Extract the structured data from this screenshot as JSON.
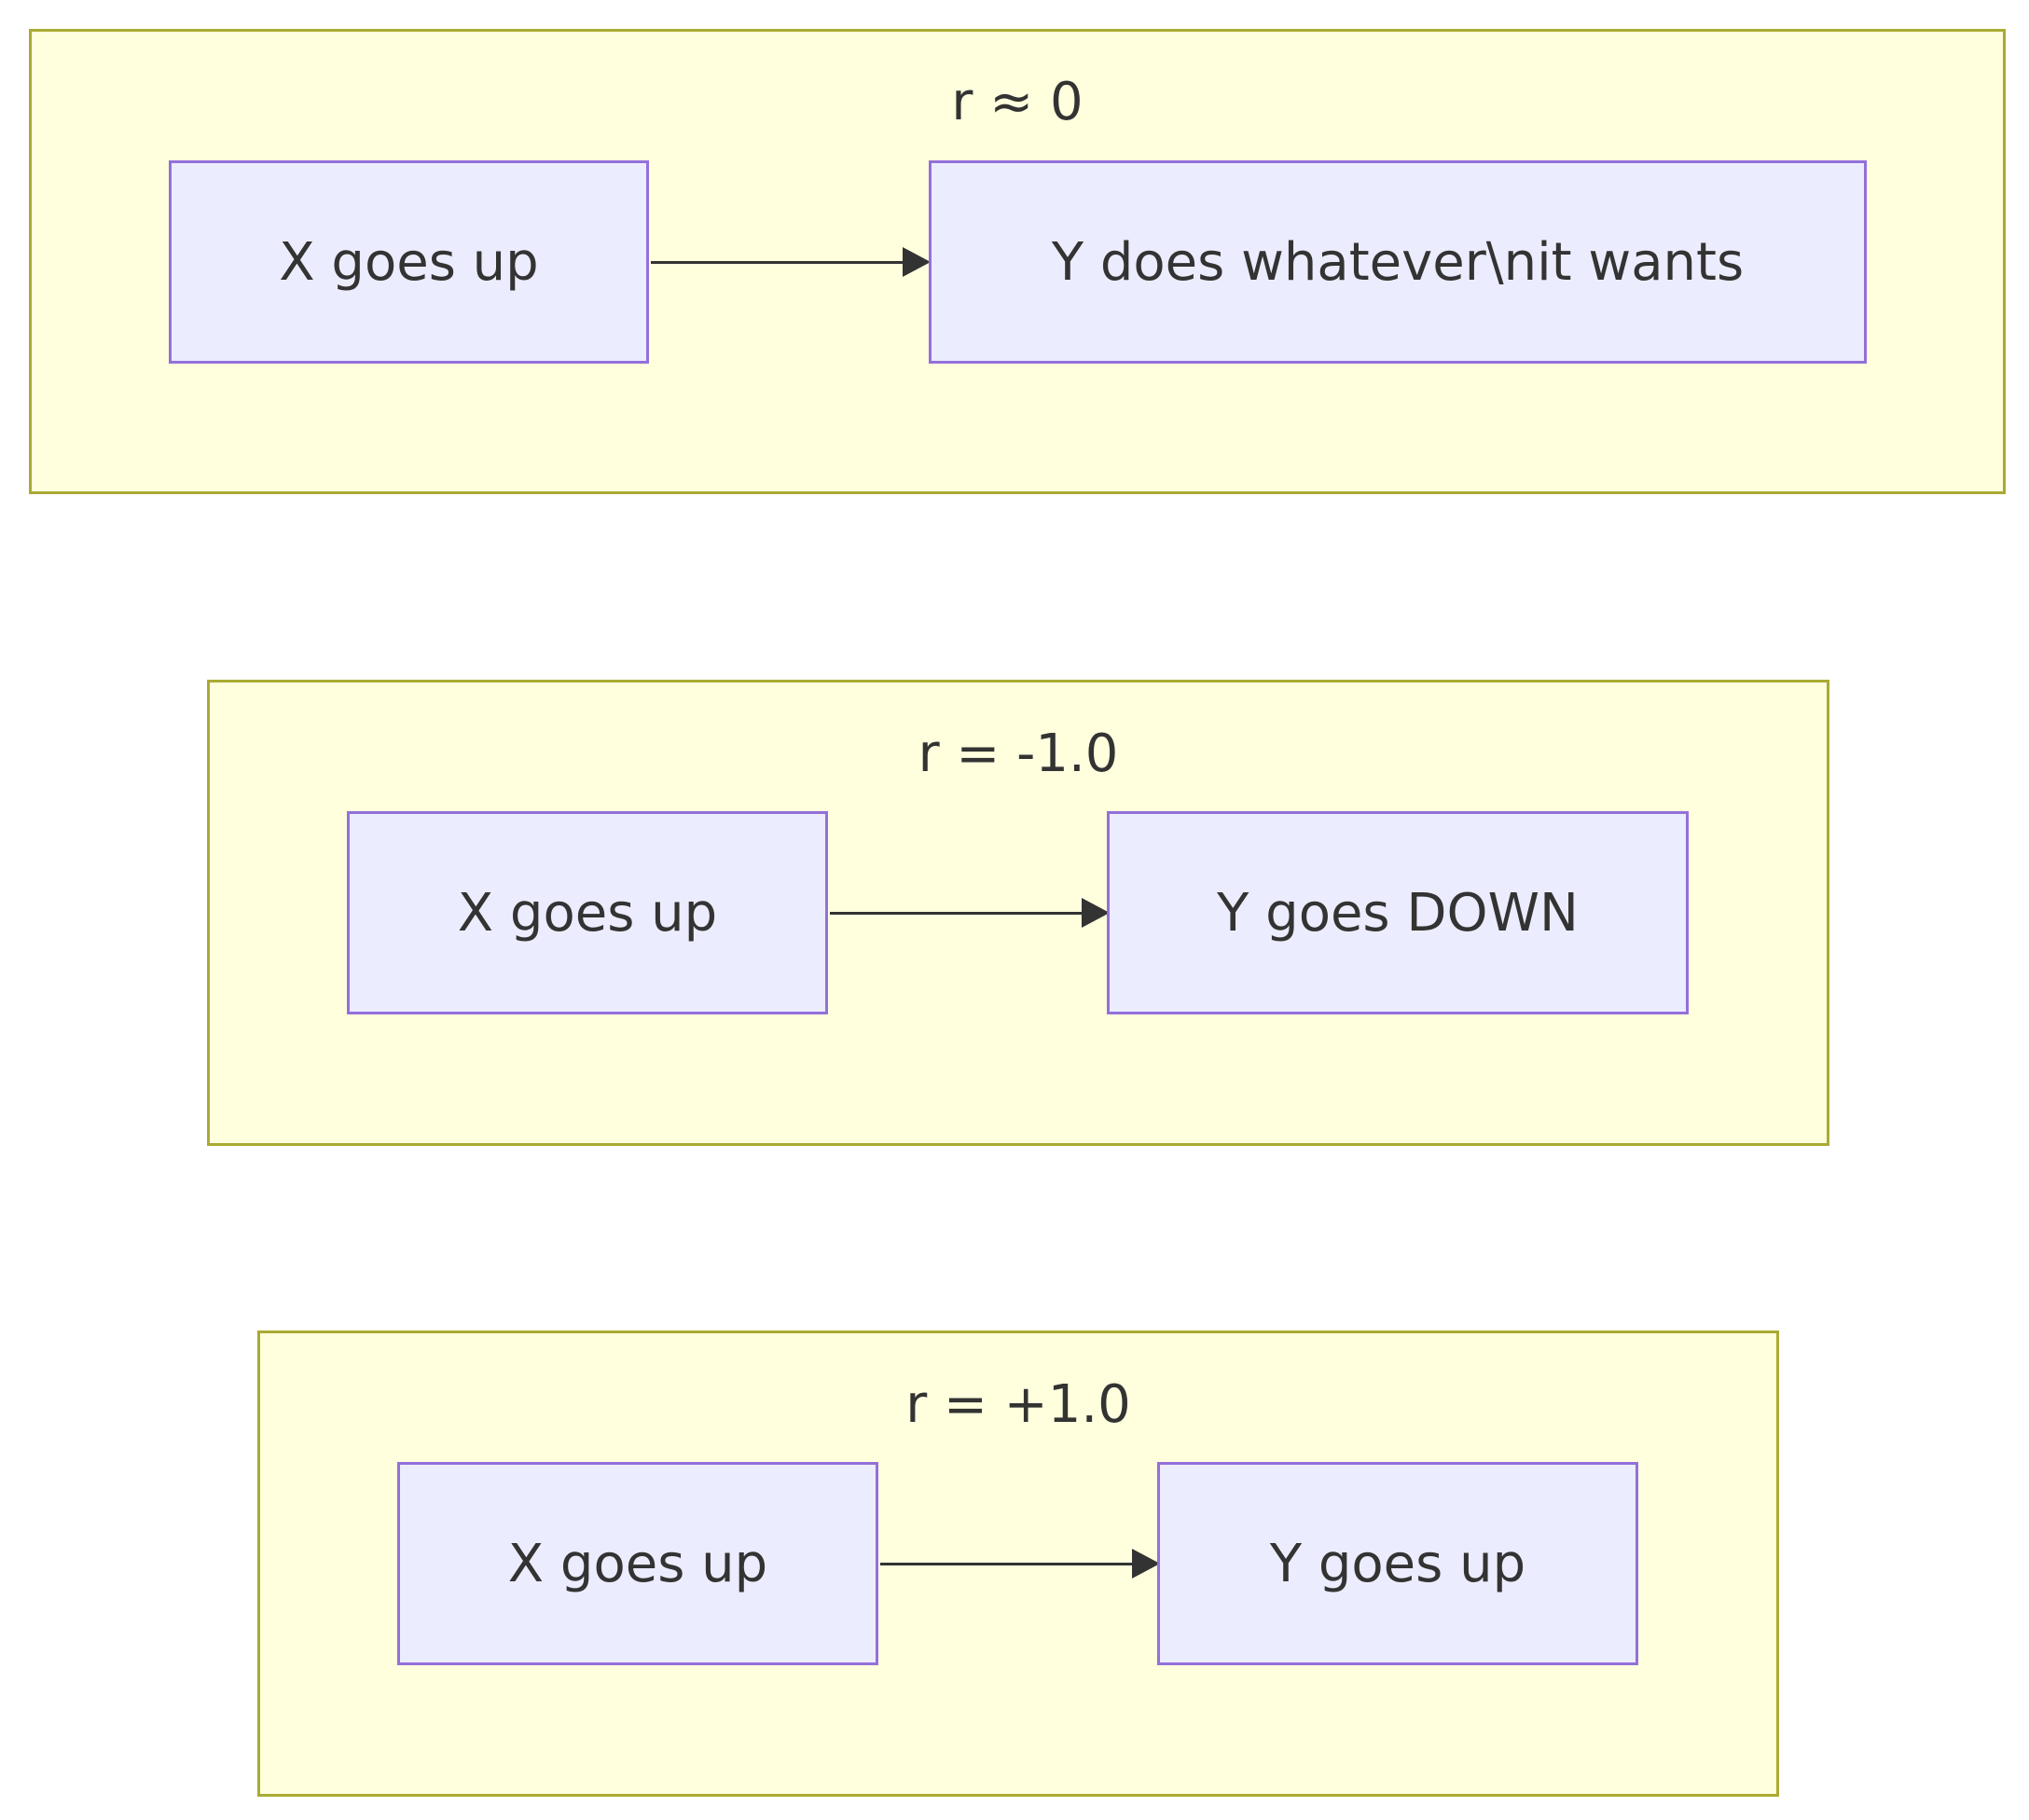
{
  "diagram": {
    "groups": [
      {
        "title": "r ≈ 0",
        "source_label": "X goes up",
        "target_label": "Y does whatever\\nit wants"
      },
      {
        "title": "r = -1.0",
        "source_label": "X goes up",
        "target_label": "Y goes DOWN"
      },
      {
        "title": "r = +1.0",
        "source_label": "X goes up",
        "target_label": "Y goes up"
      }
    ]
  },
  "colors": {
    "cluster_fill": "#ffffde",
    "cluster_border": "#aaaa33",
    "node_fill": "#ececff",
    "node_border": "#9370db",
    "edge": "#333333",
    "text": "#333333"
  }
}
